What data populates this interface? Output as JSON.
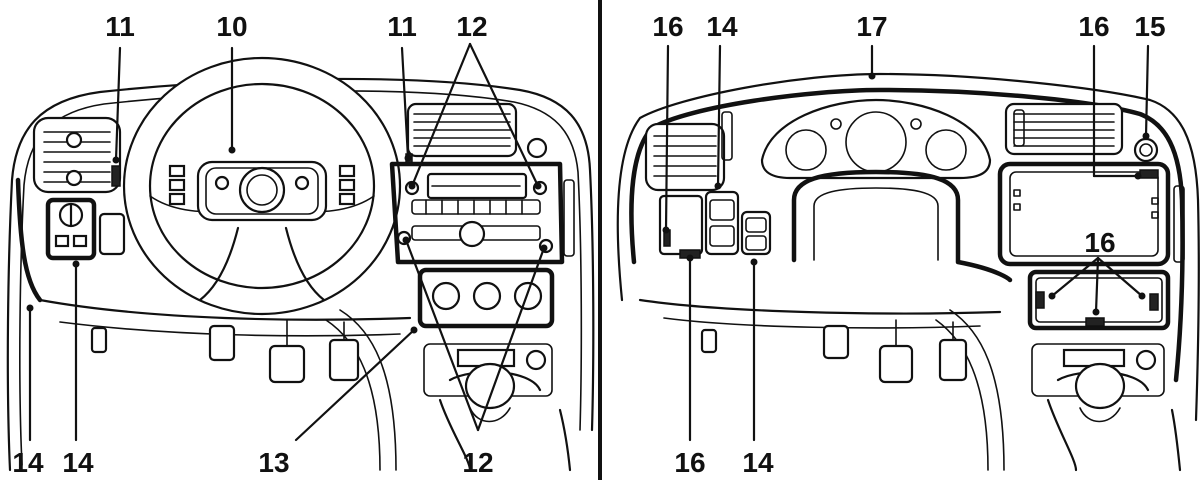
{
  "panels": {
    "left": {
      "labels": {
        "l10": "10",
        "l11a": "11",
        "l11b": "11",
        "l12a": "12",
        "l12b": "12",
        "l13": "13",
        "l14a": "14",
        "l14b": "14"
      }
    },
    "right": {
      "labels": {
        "l14a": "14",
        "l14b": "14",
        "l15": "15",
        "l16a": "16",
        "l16b": "16",
        "l16c": "16",
        "l16d": "16",
        "l17": "17"
      }
    }
  },
  "colors": {
    "ink": "#111111",
    "paper": "#ffffff"
  }
}
